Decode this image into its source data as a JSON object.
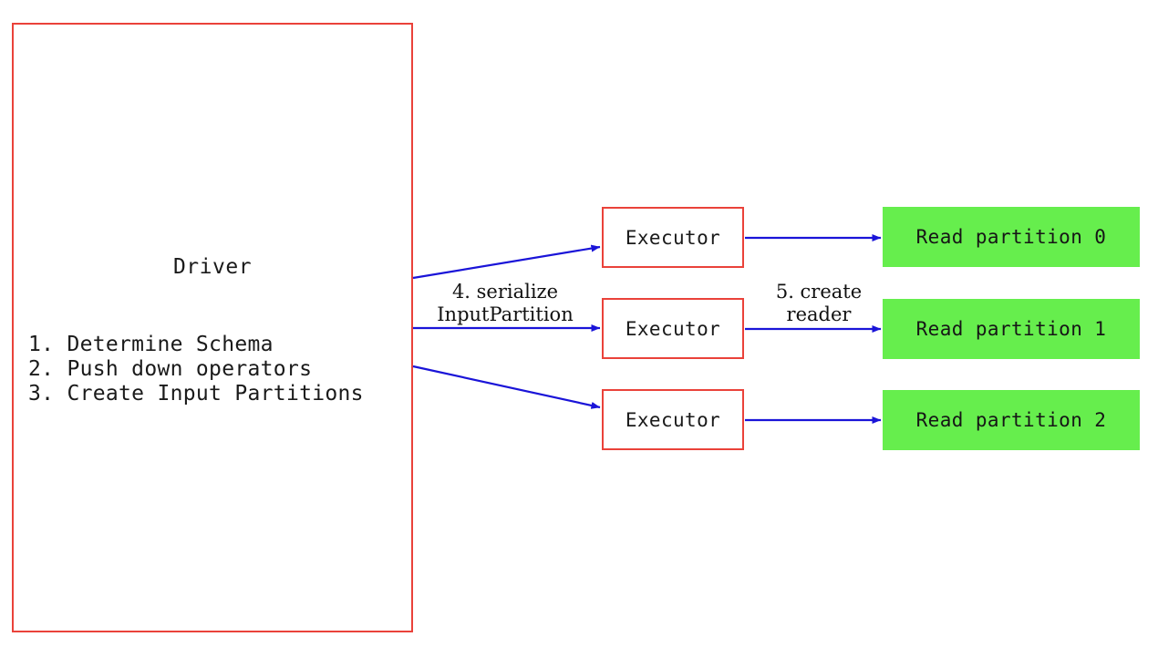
{
  "diagram": {
    "title_hidden": "Spark DataSourceV2 read flow",
    "colors": {
      "box_border_red": "#ea423a",
      "partition_green": "#66ee4d",
      "arrow_blue": "#1a14d8",
      "text_dark": "#1a1a1a"
    },
    "driver": {
      "label": "Driver",
      "steps": [
        "1. Determine Schema",
        "2. Push down operators",
        "3. Create Input Partitions"
      ]
    },
    "executors": [
      {
        "label": "Executor"
      },
      {
        "label": "Executor"
      },
      {
        "label": "Executor"
      }
    ],
    "partitions": [
      {
        "label": "Read partition 0"
      },
      {
        "label": "Read partition 1"
      },
      {
        "label": "Read partition 2"
      }
    ],
    "edge_labels": {
      "serialize": "4. serialize\nInputPartition",
      "create_reader": "5. create\nreader"
    }
  }
}
